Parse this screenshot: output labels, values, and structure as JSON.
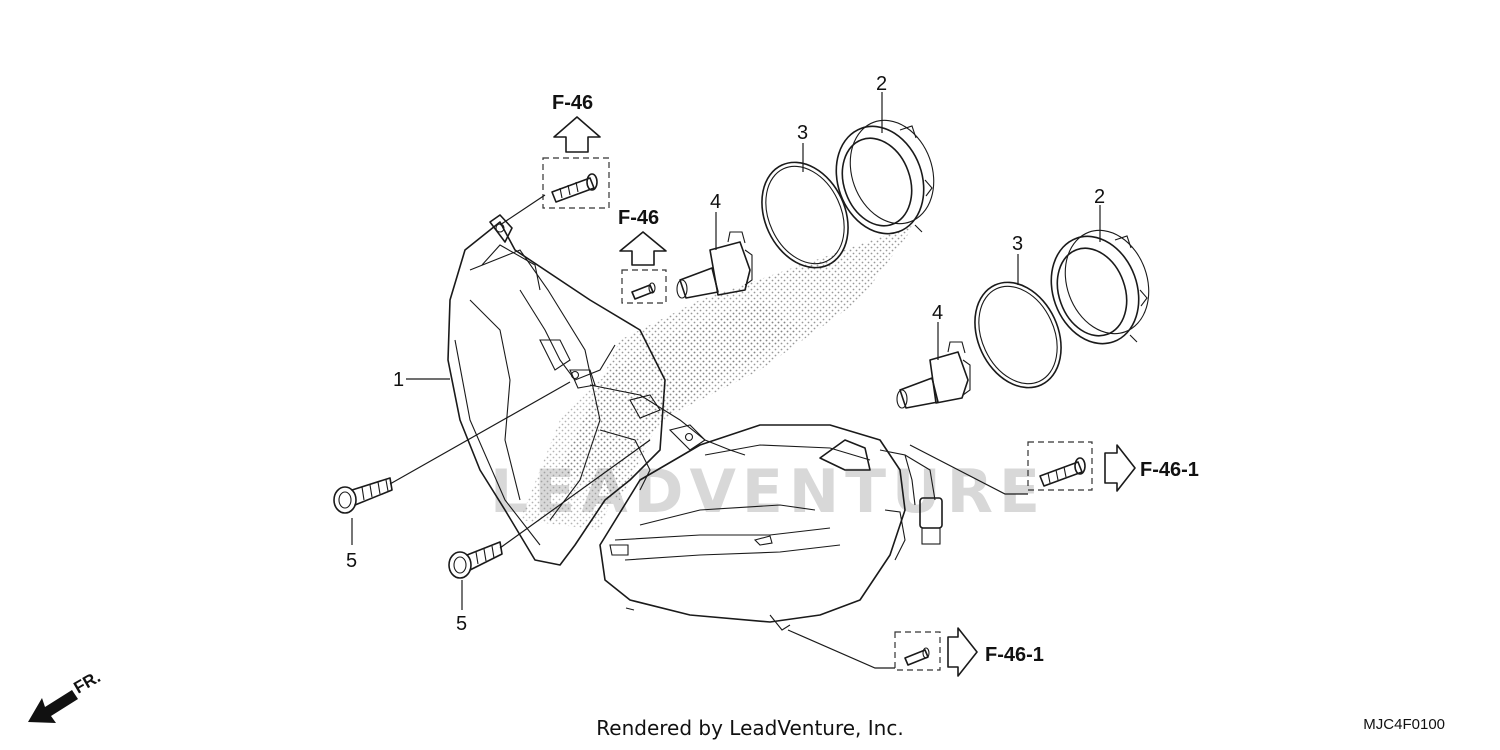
{
  "diagram": {
    "callouts": {
      "headlight": "1",
      "cover_upper": "2",
      "cover_lower": "2",
      "seal_upper": "3",
      "seal_lower": "3",
      "bulb_upper": "4",
      "bulb_lower": "4",
      "bolt_left": "5",
      "bolt_right": "5"
    },
    "references": {
      "top_left": "F-46",
      "top_mid": "F-46",
      "right_upper": "F-46-1",
      "right_lower": "F-46-1"
    },
    "direction_label": "FR.",
    "watermark": "LEADVENTURE"
  },
  "footer": {
    "rendered_by": "Rendered by LeadVenture, Inc.",
    "diagram_code": "MJC4F0100"
  }
}
